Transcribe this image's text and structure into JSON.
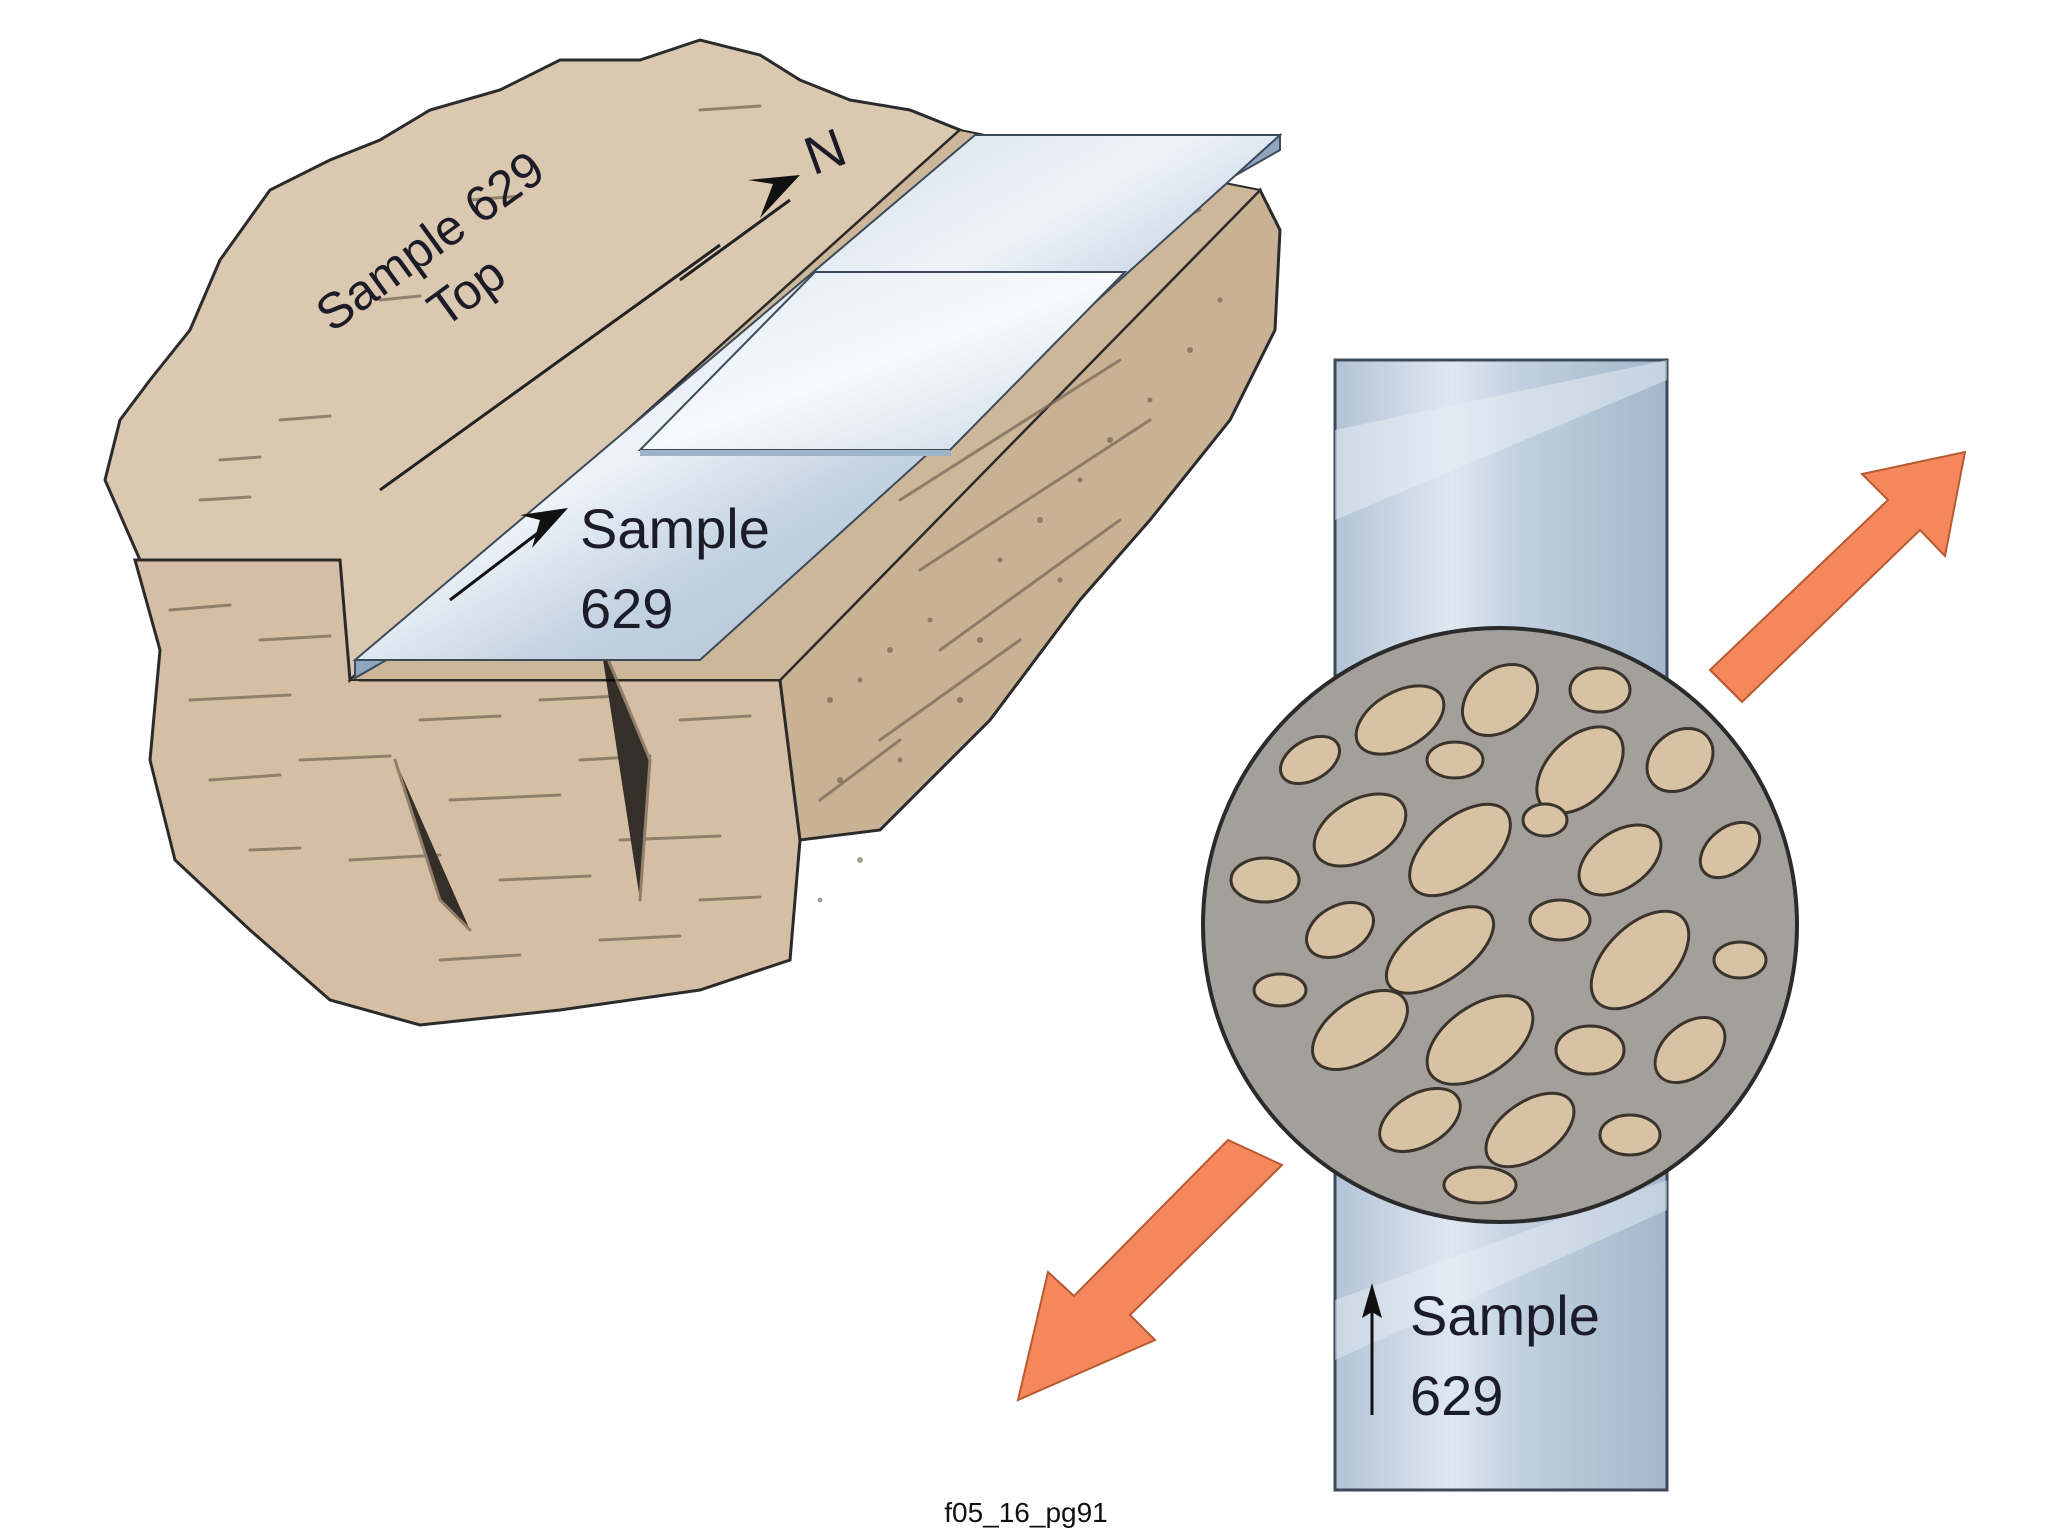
{
  "rock_label": {
    "line1": "Sample 629",
    "line2": "Top",
    "north": "N"
  },
  "slide_label": {
    "line1": "Sample",
    "line2": "629"
  },
  "thin_section_label": {
    "line1": "Sample",
    "line2": "629"
  },
  "caption": "f05_16_pg91",
  "colors": {
    "rock": "#d6c3ab",
    "rock_shadow": "#c4ad92",
    "glass": "#c9d6e4",
    "glass_edge": "#7f96ae",
    "matrix": "#a3a09c",
    "grain": "#d7c2a4",
    "arrow": "#f4875b"
  },
  "icons": [
    "north-arrow-icon",
    "orientation-arrow-icon",
    "stress-arrow-icon"
  ]
}
